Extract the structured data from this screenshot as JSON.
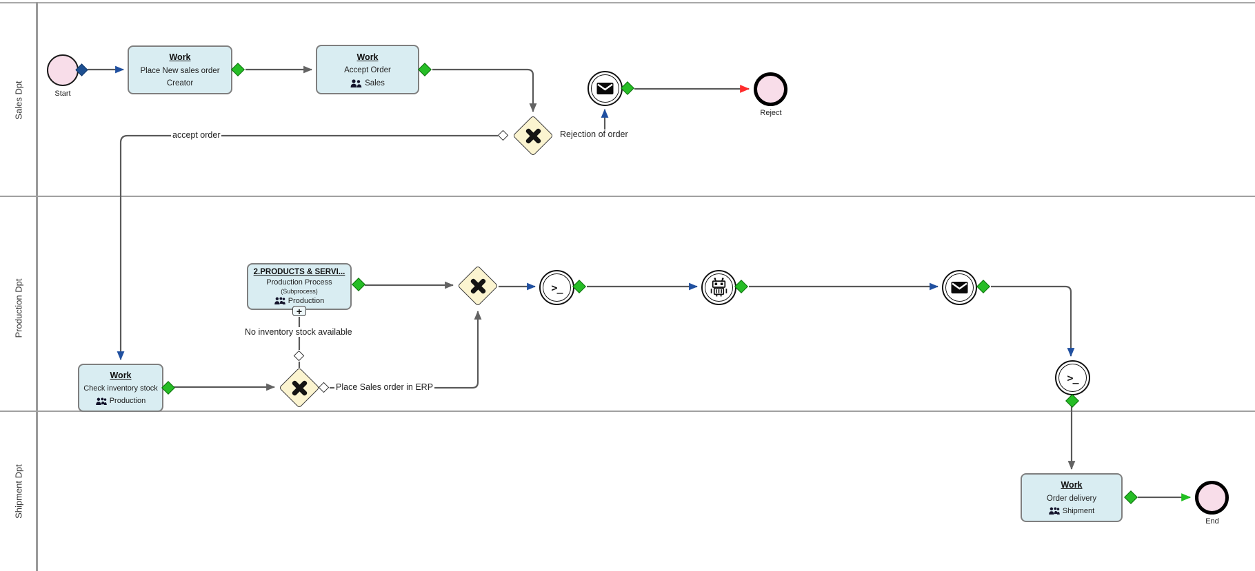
{
  "lanes": [
    {
      "label": "Sales Dpt"
    },
    {
      "label": "Production Dpt"
    },
    {
      "label": "Shipment Dpt"
    }
  ],
  "tasks": {
    "place_order": {
      "title": "Work",
      "line1": "Place New sales order",
      "line2": "Creator"
    },
    "accept_order": {
      "title": "Work",
      "line1": "Accept Order",
      "assignee": "Sales"
    },
    "subprocess": {
      "title": "2.PRODUCTS & SERVI...",
      "line1": "Production Process",
      "line2": "(Subprocess)",
      "assignee": "Production"
    },
    "check_inventory": {
      "title": "Work",
      "line1": "Check inventory stock",
      "assignee": "Production"
    },
    "order_delivery": {
      "title": "Work",
      "line1": "Order delivery",
      "assignee": "Shipment"
    }
  },
  "events": {
    "start": {
      "label": "Start"
    },
    "reject": {
      "label": "Reject"
    },
    "end": {
      "label": "End"
    }
  },
  "edge_labels": {
    "accept_order": "accept order",
    "rejection": "Rejection of order",
    "no_inventory": "No inventory stock available",
    "place_sales_erp": "Place Sales order in ERP"
  },
  "icons": {
    "message": "envelope-icon",
    "script_glyph": ">_",
    "robot": "robot-icon",
    "group": "people-icon",
    "subprocess_marker": "+",
    "gateway_marker": "x"
  },
  "colors": {
    "task_fill": "#d9edf2",
    "gateway_fill": "#fbf4d0",
    "event_fill": "#f8dde9",
    "port_green": "#26bd26",
    "port_blue": "#1d4f91",
    "flow_line": "#595959",
    "reject_arrow": "#ff2b2b"
  }
}
